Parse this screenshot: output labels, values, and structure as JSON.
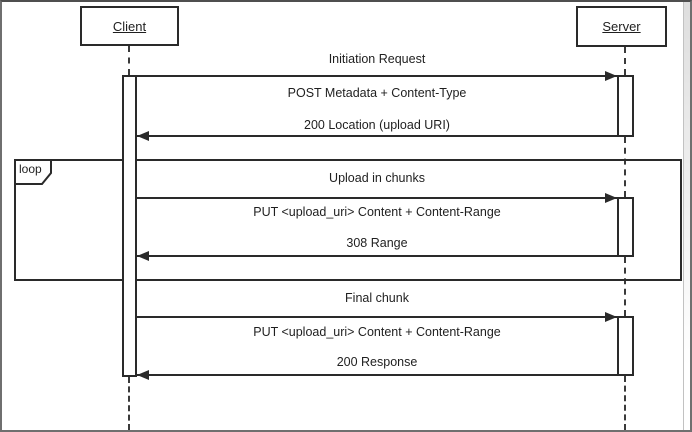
{
  "diagram": {
    "type": "sequence-diagram",
    "actors": [
      {
        "id": "client",
        "label": "Client"
      },
      {
        "id": "server",
        "label": "Server"
      }
    ],
    "loop_operator": "loop",
    "exchanges": [
      {
        "title": "Initiation Request",
        "request": "POST Metadata + Content-Type",
        "response": "200 Location (upload URI)"
      },
      {
        "title": "Upload in chunks",
        "request": "PUT <upload_uri> Content + Content-Range",
        "response": "308 Range"
      },
      {
        "title": "Final chunk",
        "request": "PUT <upload_uri> Content + Content-Range",
        "response": "200 Response"
      }
    ],
    "colors": {
      "line": "#2a2a2a",
      "background": "#ffffff",
      "frame_border": "#6f6f6f"
    }
  }
}
